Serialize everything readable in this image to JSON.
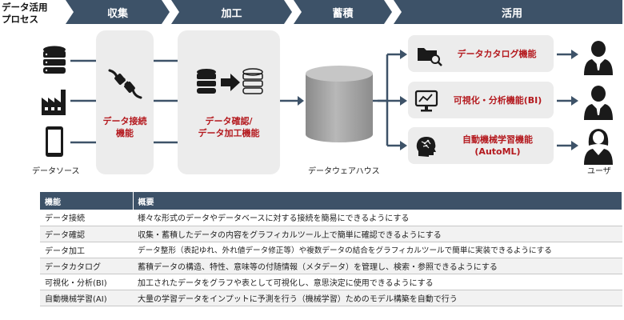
{
  "process_label": "データ活用\nプロセス",
  "stages": [
    "収集",
    "加工",
    "蓄積",
    "活用"
  ],
  "sources_caption": "データソース",
  "collect_label": "データ接続\n機能",
  "process_box_label": "データ確認/\nデータ加工機能",
  "warehouse_caption": "データウェアハウス",
  "functions": [
    {
      "label": "データカタログ機能",
      "icon": "folder-search-icon"
    },
    {
      "label": "可視化・分析機能(BI)",
      "icon": "monitor-chart-icon"
    },
    {
      "label": "自動機械学習機能\n(AutoML)",
      "icon": "brain-head-icon"
    }
  ],
  "users_caption": "ユーザ",
  "colors": {
    "header": "#3d5268",
    "accent": "#b4191e",
    "panel": "#ececec"
  },
  "table": {
    "headers": [
      "機能",
      "概要"
    ],
    "rows": [
      [
        "データ接続",
        "様々な形式のデータやデータベースに対する接続を簡易にできるようにする"
      ],
      [
        "データ確認",
        "収集・蓄積したデータの内容をグラフィカルツール上で簡単に確認できるようにする"
      ],
      [
        "データ加工",
        "データ整形（表記ゆれ、外れ値データ修正等）や複数データの結合をグラフィカルツールで簡単に実装できるようにする"
      ],
      [
        "データカタログ",
        "蓄積データの構造、特性、意味等の付随情報（メタデータ）を管理し、検索・参照できるようにする"
      ],
      [
        "可視化・分析(BI)",
        "加工されたデータをグラフや表として可視化し、意思決定に使用できるようにする"
      ],
      [
        "自動機械学習(AI)",
        "大量の学習データをインプットに予測を行う（機械学習）ためのモデル構築を自動で行う"
      ]
    ]
  }
}
